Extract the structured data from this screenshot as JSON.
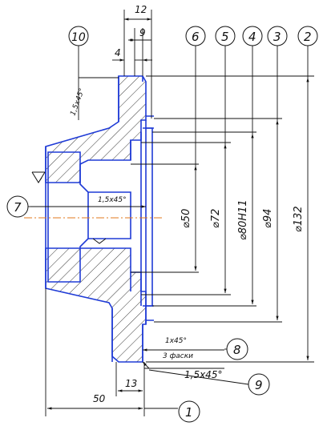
{
  "dimensions": {
    "top_12": "12",
    "top_9": "9",
    "top_4": "4",
    "chamfer_left": "1,5x45°",
    "chamfer_bore": "1,5x45°",
    "d50": "⌀50",
    "d72": "⌀72",
    "d80": "⌀80H11",
    "d94": "⌀94",
    "d132": "⌀132",
    "chamfer_right_1": "1x45°",
    "chamfer_right_2": "3 фаски",
    "chamfer_bottom": "1,5x45°",
    "bottom_13": "13",
    "bottom_50": "50"
  },
  "callouts": {
    "c1": "1",
    "c2": "2",
    "c3": "3",
    "c4": "4",
    "c5": "5",
    "c6": "6",
    "c7": "7",
    "c8": "8",
    "c9": "9",
    "c10": "10"
  },
  "colors": {
    "outline": "#1f3bd6",
    "axis": "#e07a1c",
    "line": "#111111"
  }
}
